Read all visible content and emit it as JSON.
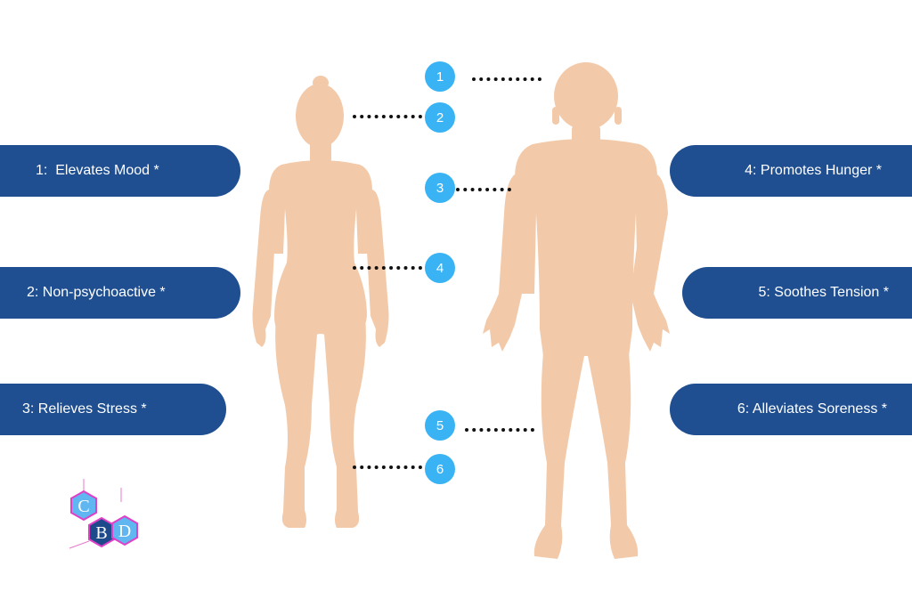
{
  "colors": {
    "pill": "#1f4f91",
    "badge": "#39b3f3",
    "skin": "#f3caa9",
    "logo_border": "#e040c8",
    "logo_fill_light": "#5fb6f0",
    "logo_fill_dark": "#1e4a8c"
  },
  "benefits_left": [
    {
      "label": "1:  Elevates Mood *"
    },
    {
      "label": "2: Non-psychoactive *"
    },
    {
      "label": "3: Relieves Stress *"
    }
  ],
  "benefits_right": [
    {
      "label": "4: Promotes Hunger *"
    },
    {
      "label": "5: Soothes Tension *"
    },
    {
      "label": "6: Alleviates Soreness *"
    }
  ],
  "markers": [
    "1",
    "2",
    "3",
    "4",
    "5",
    "6"
  ],
  "logo": {
    "letters": [
      "C",
      "B",
      "D"
    ]
  },
  "figures": [
    "female-silhouette",
    "male-silhouette"
  ]
}
